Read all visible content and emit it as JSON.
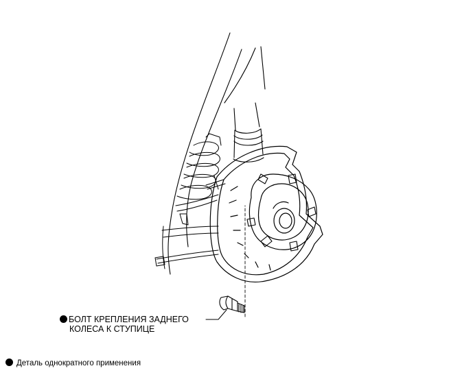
{
  "diagram": {
    "part_callout": {
      "line1": "БОЛТ КРЕПЛЕНИЯ ЗАДНЕГО",
      "line2": "КОЛЕСА К СТУПИЦЕ"
    },
    "legend": {
      "text": "Деталь однократного применения"
    }
  }
}
